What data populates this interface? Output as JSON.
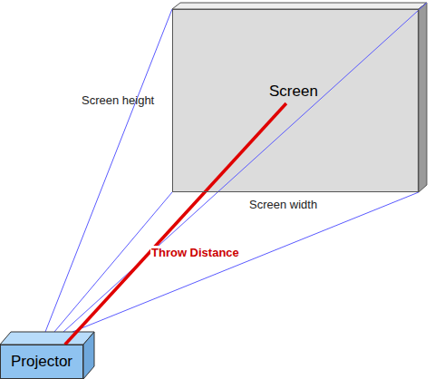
{
  "diagram": {
    "nodes": [
      {
        "text": [
          "Screen"
        ]
      },
      {
        "text": [
          "Projector"
        ]
      }
    ],
    "edges": [
      {
        "from": 1,
        "to": 0,
        "arrow": "none",
        "label": "Throw Distance"
      }
    ],
    "labels": [
      "Screen height",
      "Screen width"
    ]
  }
}
